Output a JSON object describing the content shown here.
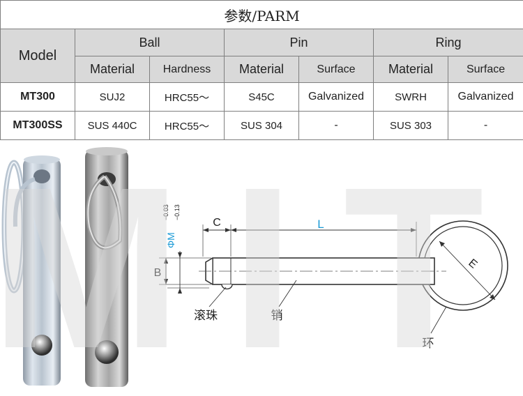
{
  "table": {
    "title": "参数/PARM",
    "model_header": "Model",
    "groups": {
      "ball": "Ball",
      "pin": "Pin",
      "ring": "Ring"
    },
    "subheaders": {
      "ball_material": "Material",
      "ball_hardness": "Hardness",
      "pin_material": "Material",
      "pin_surface": "Surface",
      "ring_material": "Material",
      "ring_surface": "Surface"
    },
    "rows": [
      {
        "model": "MT300",
        "ball_material": "SUJ2",
        "ball_hardness": "HRC55～",
        "pin_material": "S45C",
        "pin_surface": "Galvanized",
        "ring_material": "SWRH",
        "ring_surface": "Galvanized"
      },
      {
        "model": "MT300SS",
        "ball_material": "SUS 440C",
        "ball_hardness": "HRC55～",
        "pin_material": "SUS 304",
        "pin_surface": "-",
        "ring_material": "SUS 303",
        "ring_surface": "-"
      }
    ]
  },
  "watermark": {
    "text": "MIT"
  },
  "drawing": {
    "dim_c": "C",
    "dim_l": "L",
    "dim_b": "B",
    "dim_e": "E",
    "dim_m": "ΦM",
    "tol_upper": "−0.03",
    "tol_lower": "−0.13",
    "label_ball": "滚珠",
    "label_pin": "销",
    "label_ring": "环"
  },
  "colors": {
    "model_text": "#e0702b",
    "dimension_accent": "#1a9ad6",
    "header_fill": "#d9d9d9",
    "border": "#7f7f7f",
    "watermark": "#d8d8d8"
  }
}
